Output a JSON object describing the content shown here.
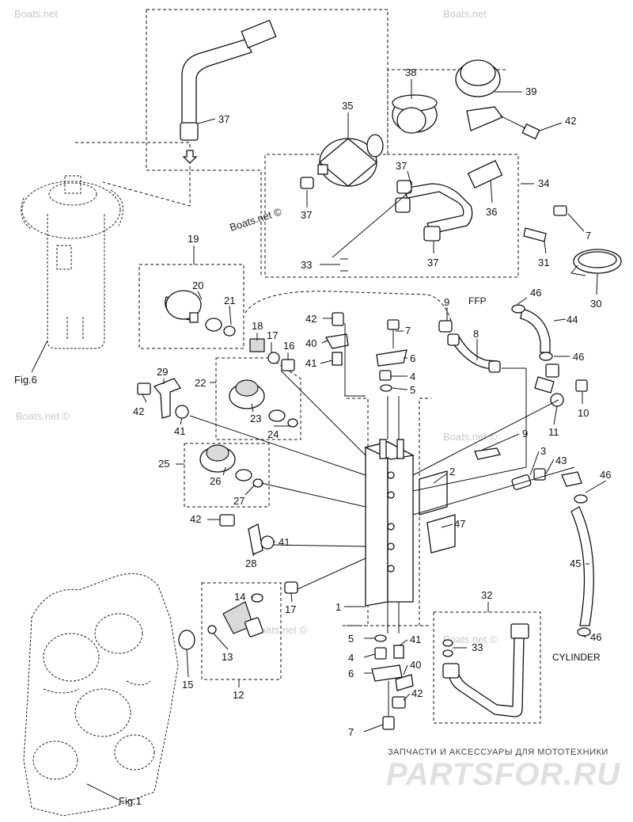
{
  "callouts": [
    {
      "id": "c37a",
      "text": "37"
    },
    {
      "id": "c35",
      "text": "35"
    },
    {
      "id": "c38",
      "text": "38"
    },
    {
      "id": "c39",
      "text": "39"
    },
    {
      "id": "c42a",
      "text": "42"
    },
    {
      "id": "c37b",
      "text": "37"
    },
    {
      "id": "c37c",
      "text": "37"
    },
    {
      "id": "c36",
      "text": "36"
    },
    {
      "id": "c34",
      "text": "34"
    },
    {
      "id": "c7a",
      "text": "7"
    },
    {
      "id": "c33a",
      "text": "33"
    },
    {
      "id": "c37d",
      "text": "37"
    },
    {
      "id": "c31",
      "text": "31"
    },
    {
      "id": "c30",
      "text": "30"
    },
    {
      "id": "c19",
      "text": "19"
    },
    {
      "id": "c20",
      "text": "20"
    },
    {
      "id": "c21",
      "text": "21"
    },
    {
      "id": "c9a",
      "text": "9"
    },
    {
      "id": "c46a",
      "text": "46"
    },
    {
      "id": "c44",
      "text": "44"
    },
    {
      "id": "c42b",
      "text": "42"
    },
    {
      "id": "c7b",
      "text": "7"
    },
    {
      "id": "c8",
      "text": "8"
    },
    {
      "id": "c18",
      "text": "18"
    },
    {
      "id": "c17a",
      "text": "17"
    },
    {
      "id": "c40a",
      "text": "40"
    },
    {
      "id": "c16",
      "text": "16"
    },
    {
      "id": "c6a",
      "text": "6"
    },
    {
      "id": "c41a",
      "text": "41"
    },
    {
      "id": "c4a",
      "text": "4"
    },
    {
      "id": "c46b",
      "text": "46"
    },
    {
      "id": "c5a",
      "text": "5"
    },
    {
      "id": "c29",
      "text": "29"
    },
    {
      "id": "c22",
      "text": "22"
    },
    {
      "id": "c10",
      "text": "10"
    },
    {
      "id": "c42c",
      "text": "42"
    },
    {
      "id": "c41b",
      "text": "41"
    },
    {
      "id": "c11",
      "text": "11"
    },
    {
      "id": "c23",
      "text": "23"
    },
    {
      "id": "c24",
      "text": "24"
    },
    {
      "id": "c9b",
      "text": "9"
    },
    {
      "id": "c25",
      "text": "25"
    },
    {
      "id": "c3",
      "text": "3"
    },
    {
      "id": "c43",
      "text": "43"
    },
    {
      "id": "c2",
      "text": "2"
    },
    {
      "id": "c46c",
      "text": "46"
    },
    {
      "id": "c26",
      "text": "26"
    },
    {
      "id": "c27",
      "text": "27"
    },
    {
      "id": "c47",
      "text": "47"
    },
    {
      "id": "c42d",
      "text": "42"
    },
    {
      "id": "c41c",
      "text": "41"
    },
    {
      "id": "c28",
      "text": "28"
    },
    {
      "id": "c45",
      "text": "45"
    },
    {
      "id": "c14",
      "text": "14"
    },
    {
      "id": "c17b",
      "text": "17"
    },
    {
      "id": "c1",
      "text": "1"
    },
    {
      "id": "c32",
      "text": "32"
    },
    {
      "id": "c13",
      "text": "13"
    },
    {
      "id": "c15",
      "text": "15"
    },
    {
      "id": "c5b",
      "text": "5"
    },
    {
      "id": "c41d",
      "text": "41"
    },
    {
      "id": "c33b",
      "text": "33"
    },
    {
      "id": "c4b",
      "text": "4"
    },
    {
      "id": "c40b",
      "text": "40"
    },
    {
      "id": "c46d",
      "text": "46"
    },
    {
      "id": "c6b",
      "text": "6"
    },
    {
      "id": "c12",
      "text": "12"
    },
    {
      "id": "c42e",
      "text": "42"
    },
    {
      "id": "c7c",
      "text": "7"
    }
  ],
  "labels": {
    "ffp": "FFP",
    "cylinder": "CYLINDER",
    "fig6": "Fig.6",
    "fig1": "Fig.1"
  },
  "watermarks": {
    "boats": "Boats.net",
    "boats_copy": "Boats.net ©"
  },
  "footer": {
    "tagline": "ЗАПЧАСТИ И АКСЕССУАРЫ ДЛЯ МОТОТЕХНИКИ",
    "brand": "PARTSFOR.RU"
  }
}
